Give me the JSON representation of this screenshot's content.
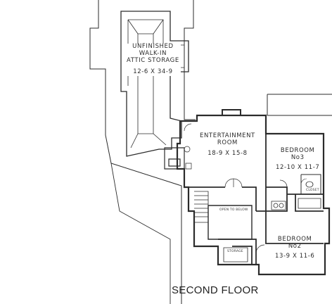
{
  "plan": {
    "caption": "SECOND FLOOR",
    "rooms": {
      "attic": {
        "line1": "UNFINISHED",
        "line2": "WALK-IN",
        "line3": "ATTIC STORAGE",
        "dims": "12-6 X 34-9"
      },
      "entertainment": {
        "line1": "ENTERTAINMENT",
        "line2": "ROOM",
        "dims": "18-9 X 15-8"
      },
      "bedroom3": {
        "line1": "BEDROOM",
        "line2": "No3",
        "dims": "12-10 X 11-7"
      },
      "bedroom2": {
        "line1": "BEDROOM",
        "line2": "No2",
        "dims": "13-9 X 11-6"
      }
    },
    "small_labels": {
      "open_below": "OPEN TO BELOW",
      "closet": "CLOSET",
      "storage": "STORAGE"
    }
  },
  "colors": {
    "line": "#2b2b2b",
    "background": "#ffffff"
  }
}
